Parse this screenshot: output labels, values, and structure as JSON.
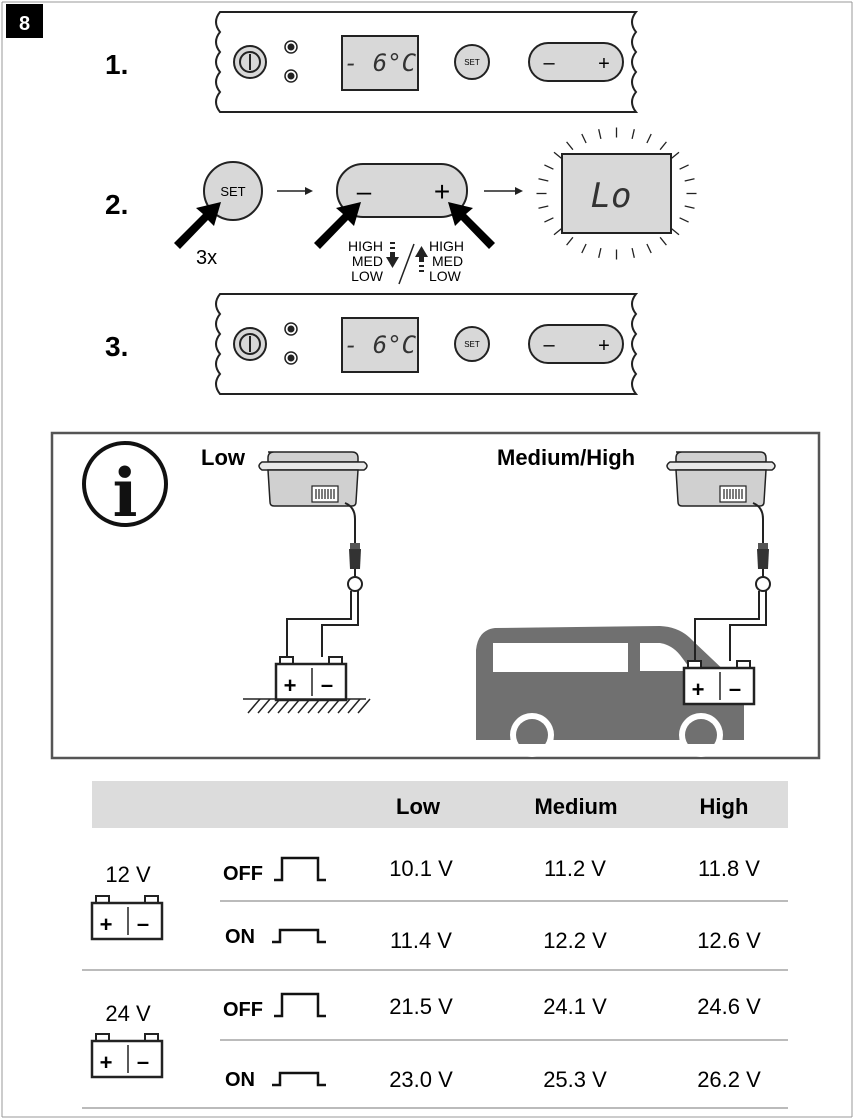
{
  "figure_number": "8",
  "steps": {
    "s1": "1.",
    "s2": "2.",
    "s3": "3."
  },
  "panel": {
    "display_text": "- 6°C",
    "set_label": "SET",
    "minus": "–",
    "plus": "+"
  },
  "step2": {
    "set_label": "SET",
    "repeat": "3x",
    "lcd_text": "Lo",
    "down_levels": [
      "HIGH",
      "MED",
      "LOW"
    ],
    "up_levels": [
      "HIGH",
      "MED",
      "LOW"
    ]
  },
  "info": {
    "icon_letter": "i",
    "low_label": "Low",
    "medhigh_label": "Medium/High"
  },
  "battery_symbols": {
    "plus": "+",
    "minus": "–"
  },
  "table": {
    "headers": [
      "Low",
      "Medium",
      "High"
    ],
    "groups": [
      {
        "voltage": "12 V",
        "rows": [
          {
            "state": "OFF",
            "values": [
              "10.1 V",
              "11.2 V",
              "11.8 V"
            ]
          },
          {
            "state": "ON",
            "values": [
              "11.4 V",
              "12.2 V",
              "12.6 V"
            ]
          }
        ]
      },
      {
        "voltage": "24 V",
        "rows": [
          {
            "state": "OFF",
            "values": [
              "21.5 V",
              "24.1 V",
              "24.6 V"
            ]
          },
          {
            "state": "ON",
            "values": [
              "23.0 V",
              "25.3 V",
              "26.2 V"
            ]
          }
        ]
      }
    ]
  }
}
